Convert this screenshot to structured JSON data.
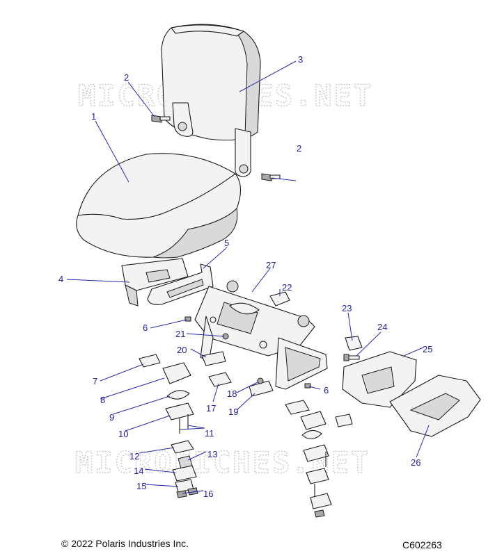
{
  "watermark": "MICROFICHES.NET",
  "copyright": "© 2022 Polaris Industries Inc.",
  "diagram_code": "C602263",
  "callouts": {
    "c1": "1",
    "c2a": "2",
    "c2b": "2",
    "c3": "3",
    "c4": "4",
    "c5": "5",
    "c6a": "6",
    "c6b": "6",
    "c7": "7",
    "c8": "8",
    "c9": "9",
    "c10": "10",
    "c11": "11",
    "c12": "12",
    "c13": "13",
    "c14": "14",
    "c15": "15",
    "c16": "16",
    "c17": "17",
    "c18": "18",
    "c19": "19",
    "c20": "20",
    "c21": "21",
    "c22": "22",
    "c23": "23",
    "c24": "24",
    "c25": "25",
    "c26": "26",
    "c27": "27"
  }
}
